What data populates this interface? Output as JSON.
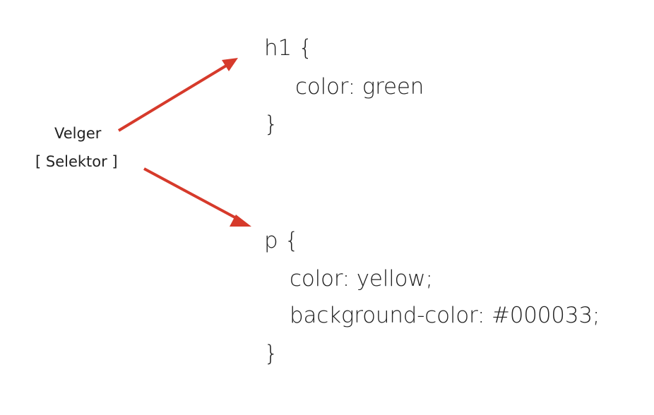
{
  "label": {
    "line1": "Velger",
    "line2": "[ Selektor ]"
  },
  "rules": [
    {
      "selector_line": "h1 {",
      "declarations": [
        "color: green"
      ],
      "close": "}"
    },
    {
      "selector_line": "p {",
      "declarations": [
        "color: yellow;",
        "background-color: #000033;"
      ],
      "close": "}"
    }
  ],
  "colors": {
    "arrow": "#d63a2b",
    "text": "#222222"
  }
}
